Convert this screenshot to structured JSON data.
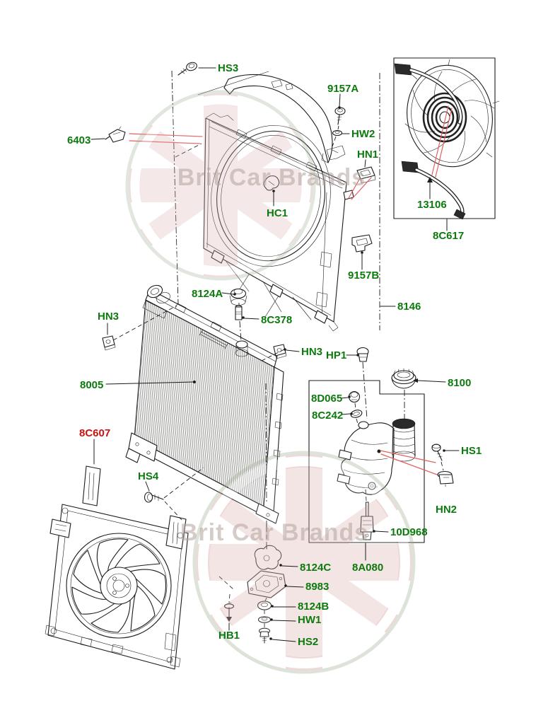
{
  "watermark": {
    "top": "Brit Car Brands",
    "bottom": "Brit Car Brands"
  },
  "colors": {
    "label_green": "#0c7a0c",
    "label_red": "#cc1111",
    "arrow_red": "#e26060",
    "line": "#1b1b1b"
  },
  "labels": {
    "hs3": "HS3",
    "n9157a": "9157A",
    "hw2": "HW2",
    "hn1": "HN1",
    "n6403": "6403",
    "hc1": "HC1",
    "n9157b": "9157B",
    "n8146": "8146",
    "n13106": "13106",
    "n8c617": "8C617",
    "n8124a": "8124A",
    "n8c378": "8C378",
    "hn3_left": "HN3",
    "hn3_right": "HN3",
    "n8005": "8005",
    "hp1": "HP1",
    "n8100": "8100",
    "n8d065": "8D065",
    "n8c242": "8C242",
    "hs1": "HS1",
    "hn2": "HN2",
    "n10d968": "10D968",
    "n8c607": "8C607",
    "hs4": "HS4",
    "n8124c": "8124C",
    "n8a080": "8A080",
    "n8983": "8983",
    "n8124b": "8124B",
    "hw1": "HW1",
    "hb1": "HB1",
    "hs2": "HS2"
  }
}
